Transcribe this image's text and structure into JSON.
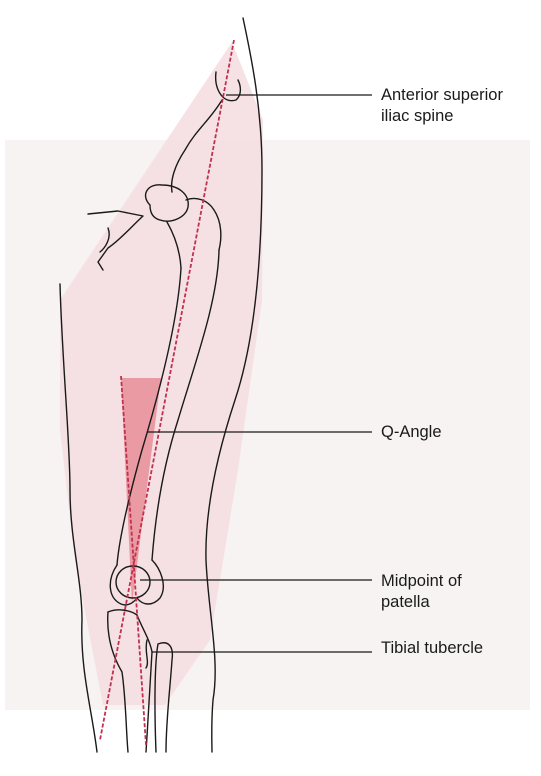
{
  "labels": {
    "asis": [
      "Anterior superior",
      "iliac spine"
    ],
    "q_angle": "Q-Angle",
    "midpoint": [
      "Midpoint of",
      "patella"
    ],
    "tibial": "Tibial tubercle"
  },
  "colors": {
    "background": "#ffffff",
    "paper_tint": "#f7f3f2",
    "line_ink": "#1a1a1a",
    "q_line": "#c0314f",
    "leg_shade": "#f3d6da",
    "wedge": "#e8a0a7"
  }
}
